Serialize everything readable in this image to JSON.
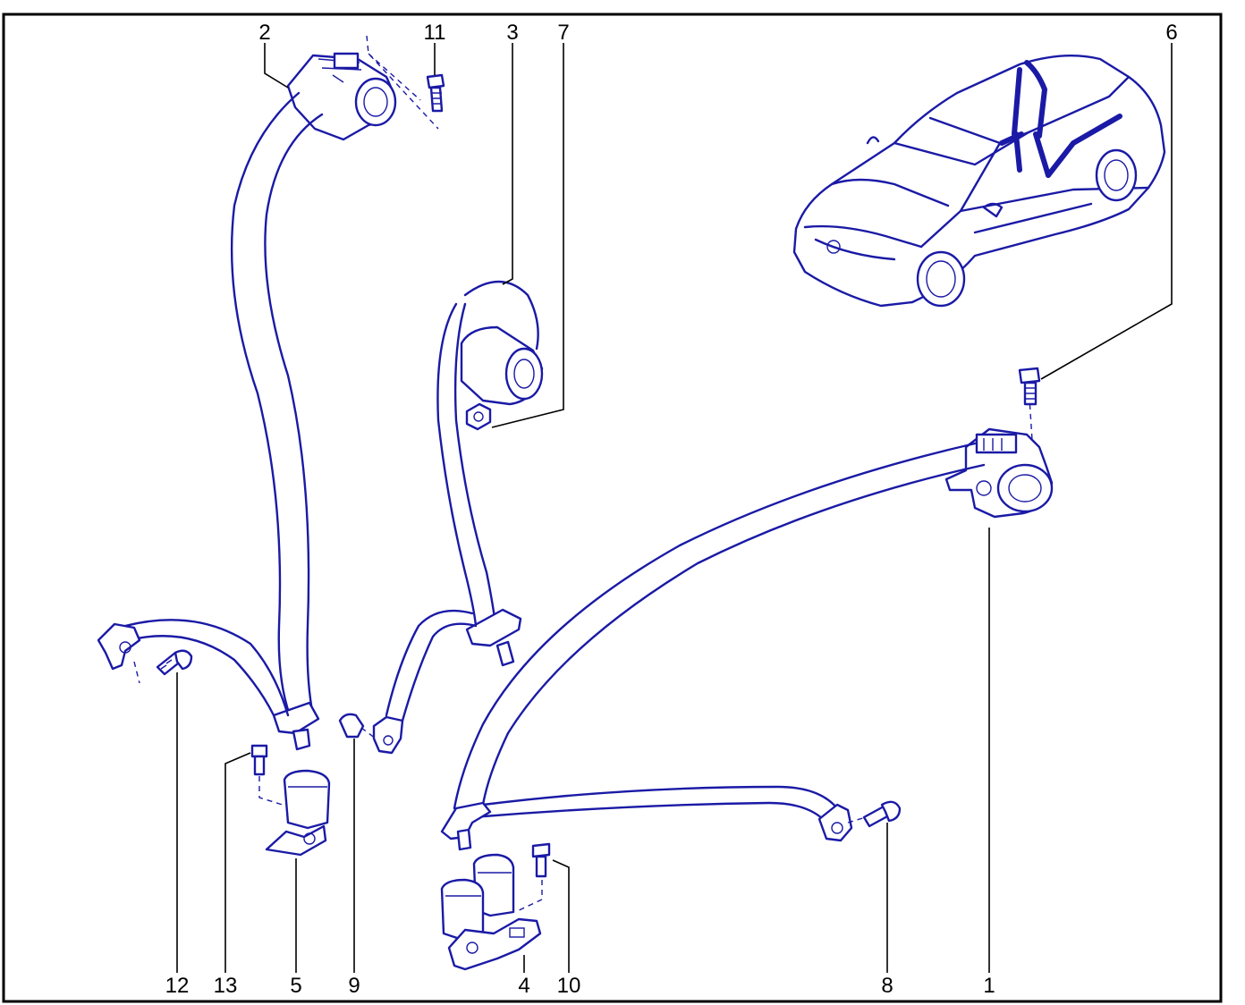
{
  "colors": {
    "line_art": "#1a1aa6",
    "frame": "#000000",
    "background": "#ffffff"
  },
  "callouts": [
    {
      "id": "1",
      "label": "1"
    },
    {
      "id": "2",
      "label": "2"
    },
    {
      "id": "3",
      "label": "3"
    },
    {
      "id": "4",
      "label": "4"
    },
    {
      "id": "5",
      "label": "5"
    },
    {
      "id": "6",
      "label": "6"
    },
    {
      "id": "7",
      "label": "7"
    },
    {
      "id": "8",
      "label": "8"
    },
    {
      "id": "9",
      "label": "9"
    },
    {
      "id": "10",
      "label": "10"
    },
    {
      "id": "11",
      "label": "11"
    },
    {
      "id": "12",
      "label": "12"
    },
    {
      "id": "13",
      "label": "13"
    }
  ]
}
